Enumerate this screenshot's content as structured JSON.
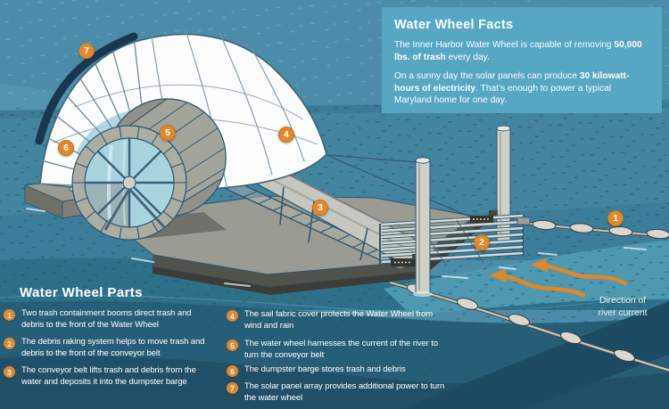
{
  "facts_panel": {
    "heading": "Water Wheel Facts",
    "paragraph1": {
      "seg1": "The Inner Harbor Water Wheel is capable of removing ",
      "seg2_bold": "50,000 lbs. of trash",
      "seg3": " every day."
    },
    "paragraph2": {
      "seg1": "On a sunny day the solar panels can produce ",
      "seg2_bold": "30 kilowatt-hours of electricity",
      "seg3": ". That’s enough to power a typical Maryland home for one day."
    }
  },
  "parts_panel": {
    "heading": "Water Wheel Parts",
    "items": [
      {
        "num": "1",
        "text": "Two trash containment booms direct trash and debris to the front of the Water Wheel"
      },
      {
        "num": "2",
        "text": "The debris raking system helps to move trash and debris to the front of the conveyor belt"
      },
      {
        "num": "3",
        "text": "The conveyor belt lifts trash and debris from the water and deposits it into the dumpster barge"
      },
      {
        "num": "4",
        "text": "The sail fabric cover protects the Water Wheel from wind and rain"
      },
      {
        "num": "5",
        "text": "The water wheel harnesses the current of the river to turn the conveyor belt"
      },
      {
        "num": "6",
        "text": "The dumpster barge stores trash and debris"
      },
      {
        "num": "7",
        "text": "The solar panel array provides additional power to turn the water wheel"
      }
    ]
  },
  "illustration": {
    "markers": [
      {
        "label": "1"
      },
      {
        "label": "2"
      },
      {
        "label": "3"
      },
      {
        "label": "4"
      },
      {
        "label": "5"
      },
      {
        "label": "6"
      },
      {
        "label": "7"
      }
    ],
    "direction_label": "Direction of\nriver current"
  },
  "colors": {
    "accent_orange": "#E1892D",
    "facts_panel_bg": "#57A7C4",
    "water_top": "#4D8CA8",
    "water_bottom": "#224F68",
    "text": "#FFFFFF"
  }
}
